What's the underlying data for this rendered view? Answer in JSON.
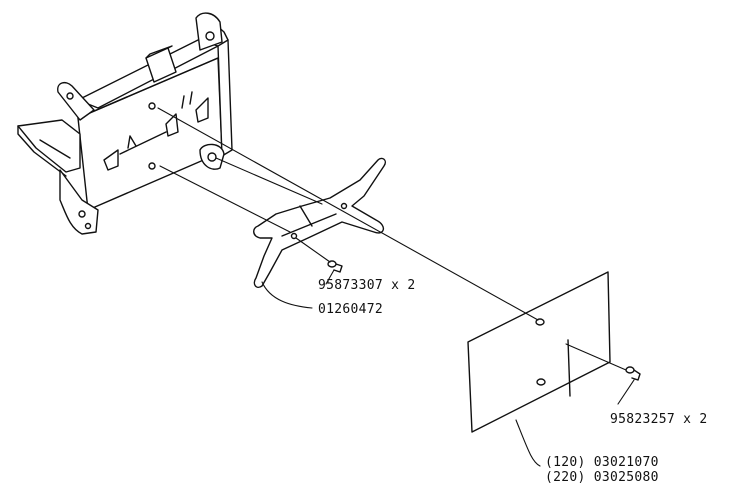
{
  "diagram": {
    "callouts": {
      "bracket_screw": "95873307 x 2",
      "bracket": "01260472",
      "plate_screw": "95823257 x 2",
      "plate_120": "(120) 03021070",
      "plate_220": "(220) 03025080"
    },
    "colors": {
      "ink": "#111111",
      "background": "#ffffff",
      "fill": "#ffffff"
    }
  }
}
